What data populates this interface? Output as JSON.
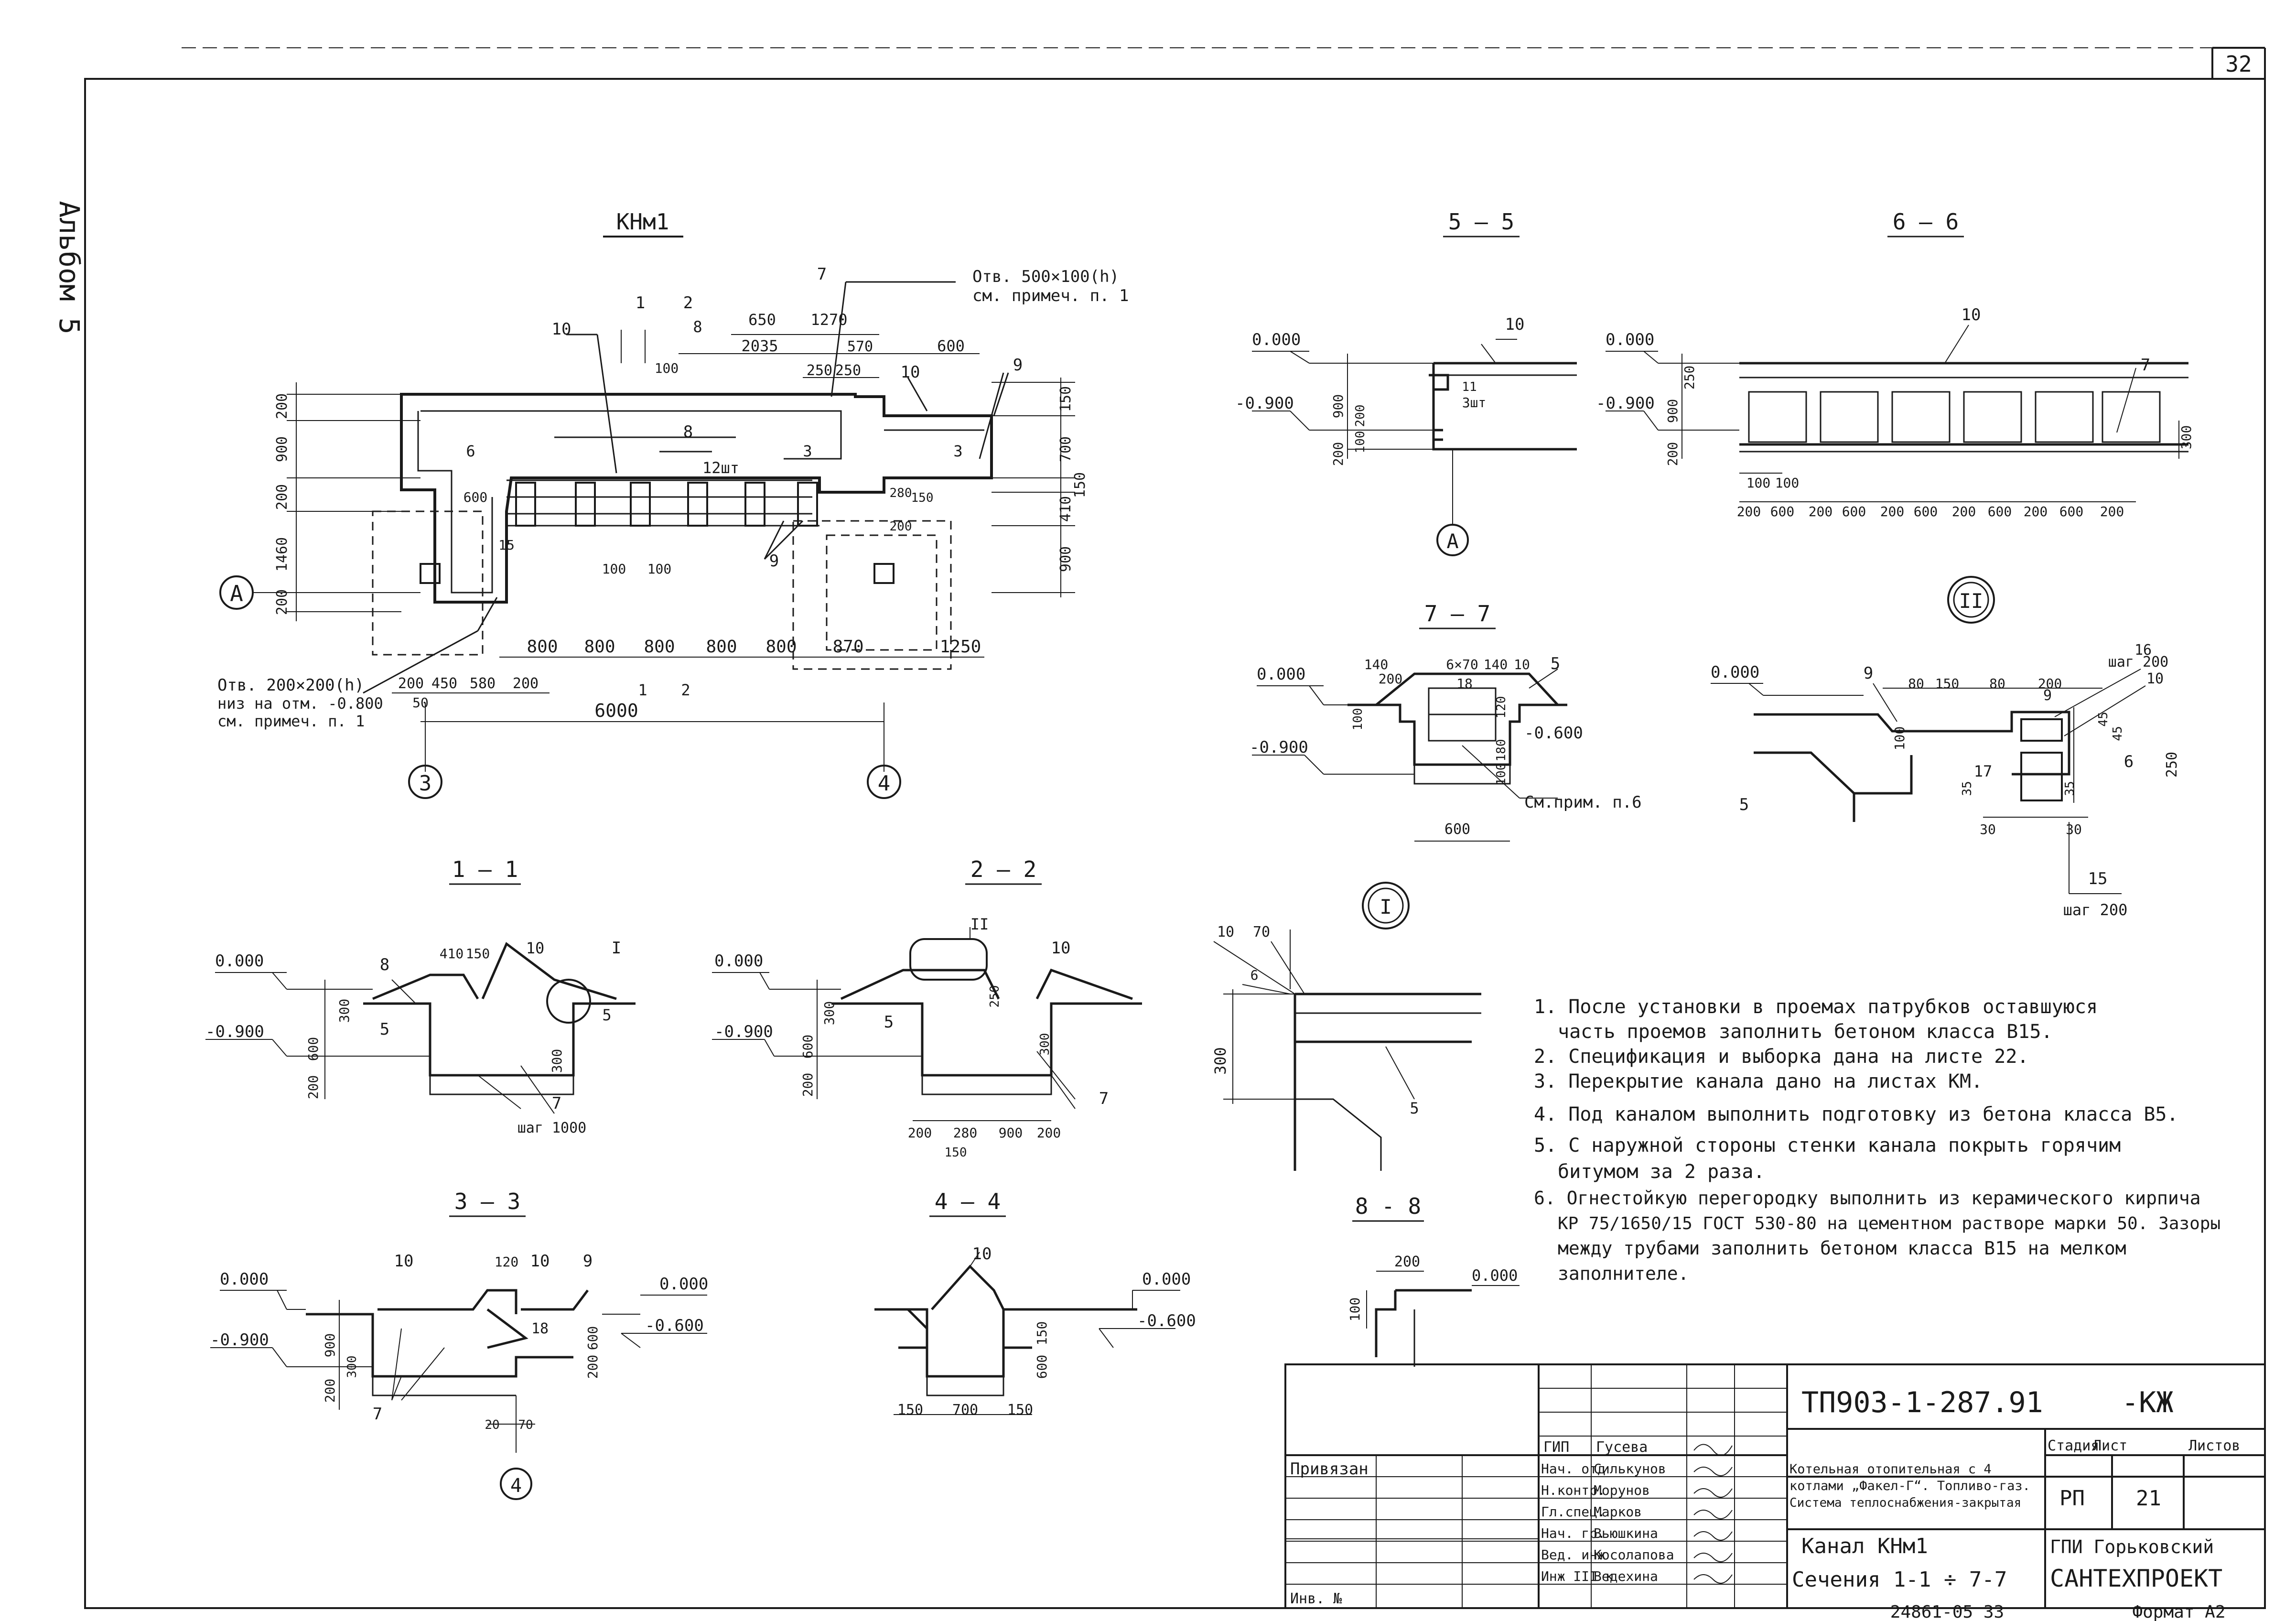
{
  "sheet": {
    "number": "32",
    "album": "Альбом 5",
    "inventory": "24861-05 33",
    "format": "Формат А2"
  },
  "plan": {
    "title": "КНм1",
    "opening_top": [
      "Отв. 500×100(h)",
      "см. примеч. п. 1"
    ],
    "opening_bottom": [
      "Отв. 200×200(h)",
      "низ на отм. -0.800",
      "см. примеч. п. 1"
    ],
    "axes": {
      "a": "А",
      "three": "3",
      "four": "4"
    },
    "overall_width": "6000",
    "pitch": [
      "800",
      "800",
      "800",
      "800",
      "800"
    ],
    "pitch_right": [
      "870",
      "1250"
    ],
    "bottom_small": [
      "200",
      "450",
      "580",
      "200"
    ],
    "bottom_fifty": "50",
    "top_dims": [
      "650",
      "1270",
      "2035",
      "250",
      "250",
      "570",
      "600"
    ],
    "left_dims": [
      "200",
      "900",
      "200",
      "1460",
      "200"
    ],
    "right_dims": [
      "150",
      "700",
      "150",
      "410",
      "900"
    ],
    "inner_dims": [
      "100",
      "100",
      "100",
      "600",
      "15",
      "280",
      "150",
      "200"
    ],
    "count_label": "12шт",
    "section_marks": [
      "1",
      "2",
      "8",
      "7",
      "6",
      "3",
      "3",
      "1",
      "2"
    ],
    "callouts": [
      "10",
      "10",
      "10",
      "9",
      "8",
      "9",
      "9",
      "9",
      "7"
    ]
  },
  "sections": {
    "s11": {
      "title": "1 — 1",
      "levels": [
        "0.000",
        "-0.900"
      ],
      "dims": [
        "410",
        "150",
        "300",
        "600",
        "200",
        "300"
      ],
      "callouts": [
        "8",
        "10",
        "I",
        "5",
        "5",
        "7"
      ],
      "step": "шаг 1000"
    },
    "s22": {
      "title": "2 — 2",
      "levels": [
        "0.000",
        "-0.900"
      ],
      "dims": [
        "300",
        "600",
        "200",
        "250",
        "300",
        "200",
        "280",
        "900",
        "200",
        "150"
      ],
      "callouts": [
        "II",
        "10",
        "5",
        "7"
      ]
    },
    "s33": {
      "title": "3 — 3",
      "levels": [
        "0.000",
        "-0.900",
        "0.000",
        "-0.600"
      ],
      "dims": [
        "120",
        "900",
        "300",
        "200",
        "600",
        "200",
        "20",
        "70"
      ],
      "callouts": [
        "10",
        "10",
        "9",
        "18",
        "7",
        "4"
      ]
    },
    "s44": {
      "title": "4 — 4",
      "levels": [
        "0.000",
        "-0.600"
      ],
      "dims": [
        "150",
        "600",
        "150",
        "700",
        "150"
      ],
      "callouts": [
        "10"
      ]
    },
    "s55": {
      "title": "5 — 5",
      "levels": [
        "0.000",
        "-0.900"
      ],
      "dims": [
        "900",
        "200",
        "100",
        "200"
      ],
      "callouts": [
        "10",
        "11",
        "3шт",
        "А"
      ]
    },
    "s66": {
      "title": "6 — 6",
      "levels": [
        "0.000",
        "-0.900"
      ],
      "dims": [
        "250",
        "900",
        "200",
        "300",
        "100",
        "100"
      ],
      "bottom": [
        "200",
        "600",
        "200",
        "600",
        "200",
        "600",
        "200",
        "600",
        "200",
        "600",
        "200"
      ],
      "callouts": [
        "10",
        "7"
      ]
    },
    "s77": {
      "title": "7 — 7",
      "levels": [
        "0.000",
        "-0.900",
        "-0.600"
      ],
      "dims": [
        "140",
        "6×70",
        "140",
        "200",
        "100",
        "120",
        "180",
        "100",
        "600"
      ],
      "callouts": [
        "18",
        "5",
        "10"
      ],
      "note": "См.прим. п.6"
    },
    "s88": {
      "title": "8 - 8",
      "levels": [
        "0.000"
      ],
      "dims": [
        "200",
        "100"
      ]
    },
    "node1": {
      "title": "I",
      "dims": [
        "10",
        "70",
        "6",
        "300"
      ],
      "callouts": [
        "5"
      ]
    },
    "node2": {
      "title": "II",
      "levels": [
        "0.000"
      ],
      "step_top": "шаг 200",
      "step_bottom": "шаг 200",
      "dims": [
        "80",
        "150",
        "80",
        "200",
        "45",
        "45",
        "250",
        "35",
        "35",
        "100",
        "30",
        "30"
      ],
      "callouts": [
        "9",
        "9",
        "16",
        "10",
        "6",
        "17",
        "5",
        "15"
      ]
    }
  },
  "notes": [
    "1. После установки в проемах патрубков оставшуюся",
    "часть проемов заполнить бетоном класса В15.",
    "2. Спецификация и выборка дана на листе 22.",
    "3. Перекрытие канала дано на листах КМ.",
    "4. Под каналом выполнить подготовку из бетона класса В5.",
    "5. С наружной стороны стенки канала покрыть горячим",
    "битумом за 2 раза.",
    "6. Огнестойкую перегородку выполнить из керамического кирпича",
    "КР 75/1650/15 ГОСТ 530-80 на цементном растворе марки 50. Зазоры",
    "между трубами заполнить бетоном класса В15 на мелком",
    "заполнителе."
  ],
  "title_block": {
    "code": "ТП903-1-287.91",
    "mark": "-КЖ",
    "attached": "Привязан",
    "inv": "Инв. №",
    "roles": [
      "ГИП",
      "Нач. отд",
      "Н.контр.",
      "Гл.спец.",
      "Нач. гр.",
      "Вед. инж",
      "Инж III к"
    ],
    "names": [
      "Гусева",
      "Силькунов",
      "Морунов",
      "Марков",
      "Вьюшкина",
      "Косолапова",
      "Ведехина"
    ],
    "project": [
      "Котельная отопительная с 4",
      "котлами „Факел-Г“. Топливо-газ.",
      "Система теплоснабжения-закрытая"
    ],
    "headers": [
      "Стадия",
      "Лист",
      "Листов"
    ],
    "stage": "РП",
    "sheet": "21",
    "sheet_title": [
      "Канал КНм1",
      "Сечения 1-1 ÷ 7-7"
    ],
    "org": [
      "ГПИ Горьковский",
      "САНТЕХПРОЕКТ"
    ]
  }
}
